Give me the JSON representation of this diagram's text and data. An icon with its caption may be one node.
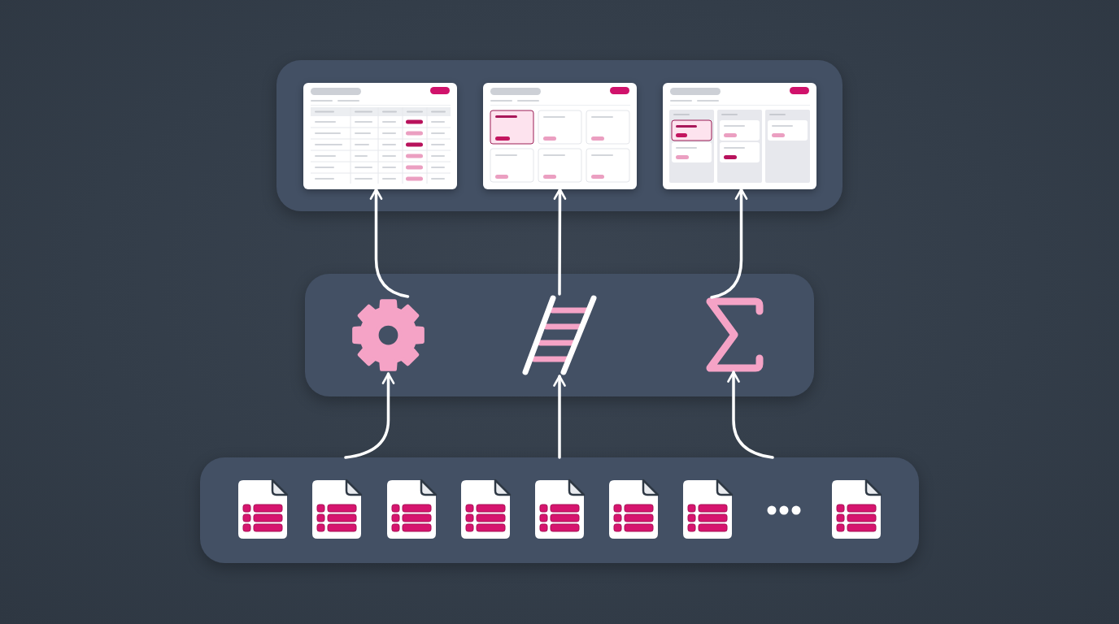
{
  "diagram": {
    "nodes": [
      {
        "text": [],
        "shape": "box"
      },
      {
        "text": [],
        "shape": "picture",
        "in": 0
      },
      {
        "text": [],
        "shape": "picture",
        "in": 0
      },
      {
        "text": [],
        "shape": "picture",
        "in": 0
      },
      {
        "text": [],
        "shape": "box"
      },
      {
        "text": [],
        "shape": "picture",
        "in": 4
      },
      {
        "text": [],
        "shape": "picture",
        "in": 4
      },
      {
        "text": [],
        "shape": "picture",
        "in": 4
      },
      {
        "text": [],
        "shape": "box"
      },
      {
        "text": [],
        "shape": "picture",
        "in": 8
      },
      {
        "text": [],
        "shape": "picture",
        "in": 8
      },
      {
        "text": [],
        "shape": "picture",
        "in": 8
      },
      {
        "text": [],
        "shape": "picture",
        "in": 8
      },
      {
        "text": [],
        "shape": "picture",
        "in": 8
      },
      {
        "text": [],
        "shape": "picture",
        "in": 8
      },
      {
        "text": [],
        "shape": "picture",
        "in": 8
      },
      {
        "text": [],
        "shape": "picture",
        "in": 8
      }
    ],
    "edges": [
      {
        "from": 8,
        "to": 5,
        "arrow": "to"
      },
      {
        "from": 8,
        "to": 6,
        "arrow": "to"
      },
      {
        "from": 8,
        "to": 7,
        "arrow": "to"
      },
      {
        "from": 5,
        "to": 1,
        "arrow": "to"
      },
      {
        "from": 6,
        "to": 2,
        "arrow": "to"
      },
      {
        "from": 7,
        "to": 3,
        "arrow": "to"
      }
    ]
  }
}
